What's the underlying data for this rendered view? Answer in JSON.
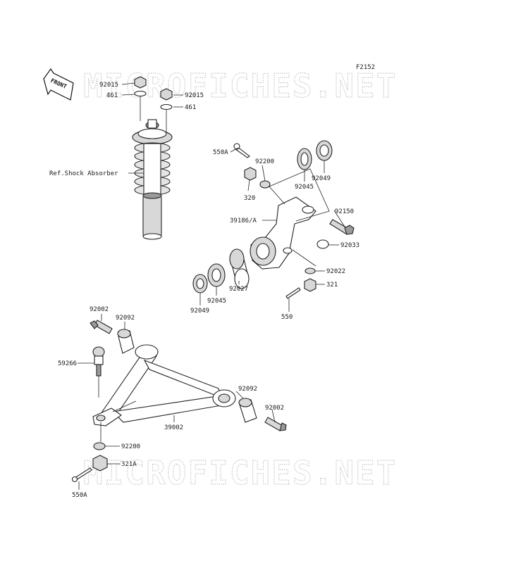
{
  "figure_code": "F2152",
  "watermark": "MICROFICHES.NET",
  "front_arrow": {
    "label": "FRONT",
    "icon": "front-direction-arrow-icon"
  },
  "reference_note": "Ref.Shock Absorber",
  "parts": {
    "p92015_left": "92015",
    "p461_left": "461",
    "p92015_right": "92015",
    "p461_right": "461",
    "p550A_top": "550A",
    "p92200_top": "92200",
    "p320": "320",
    "p92045_top": "92045",
    "p92049_top": "92049",
    "p39186A": "39186/A",
    "p92150": "92150",
    "p92033": "92033",
    "p92022": "92022",
    "p321": "321",
    "p550": "550",
    "p92027": "92027",
    "p92045_bottom": "92045",
    "p92049_bottom": "92049",
    "p92002_top": "92002",
    "p92092_top": "92092",
    "p59266": "59266",
    "p92092_right": "92092",
    "p92002_right": "92002",
    "p39002": "39002",
    "p92200_bottom": "92200",
    "p321A": "321A",
    "p550A_bottom": "550A"
  }
}
